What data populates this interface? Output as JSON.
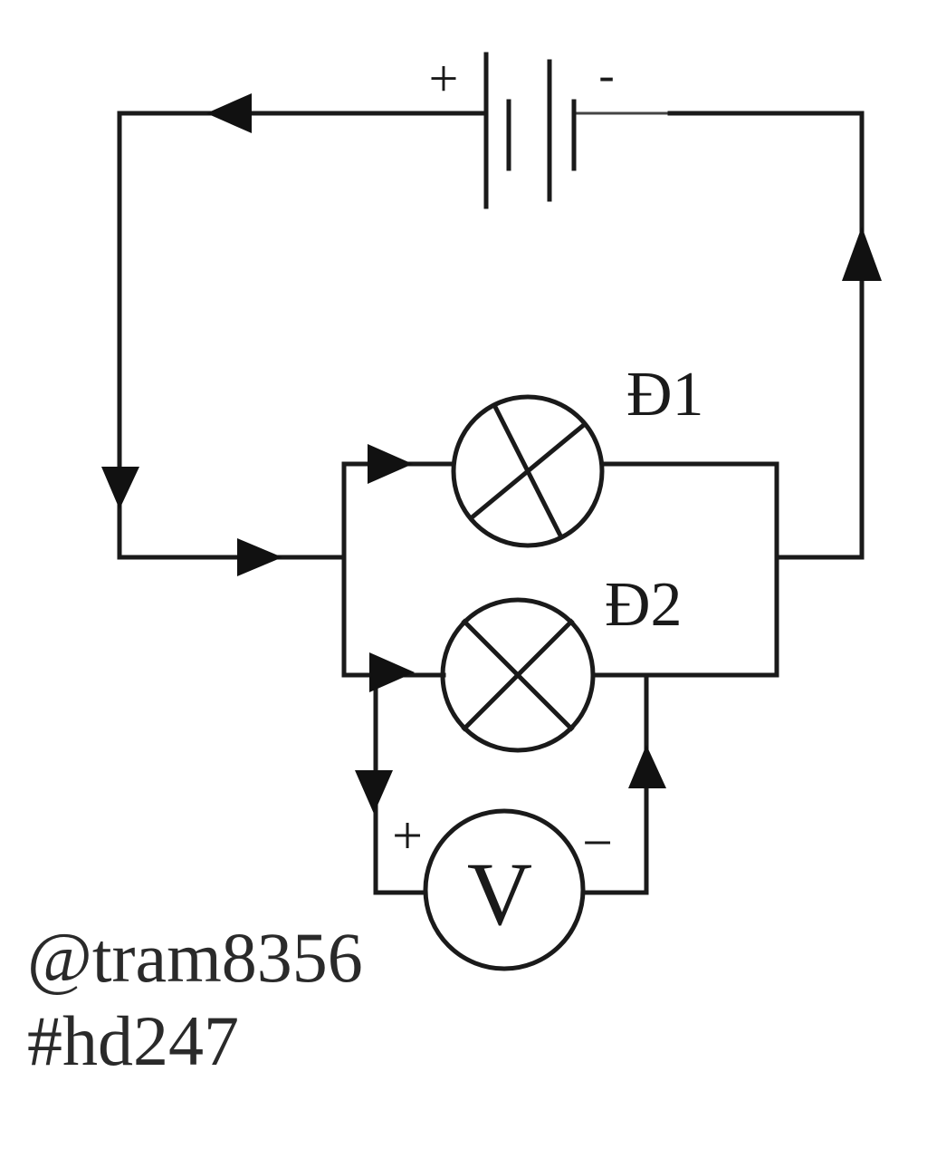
{
  "battery": {
    "plus_sign": "+",
    "minus_sign": "-"
  },
  "lamps": [
    {
      "label": "Đ1"
    },
    {
      "label": "Đ2"
    }
  ],
  "voltmeter": {
    "symbol": "V",
    "plus_sign": "+",
    "minus_sign": "−"
  },
  "credits": {
    "author": "@tram8356",
    "tag": "#hd247"
  },
  "colors": {
    "ink": "#1a1a1a",
    "background": "#ffffff"
  }
}
